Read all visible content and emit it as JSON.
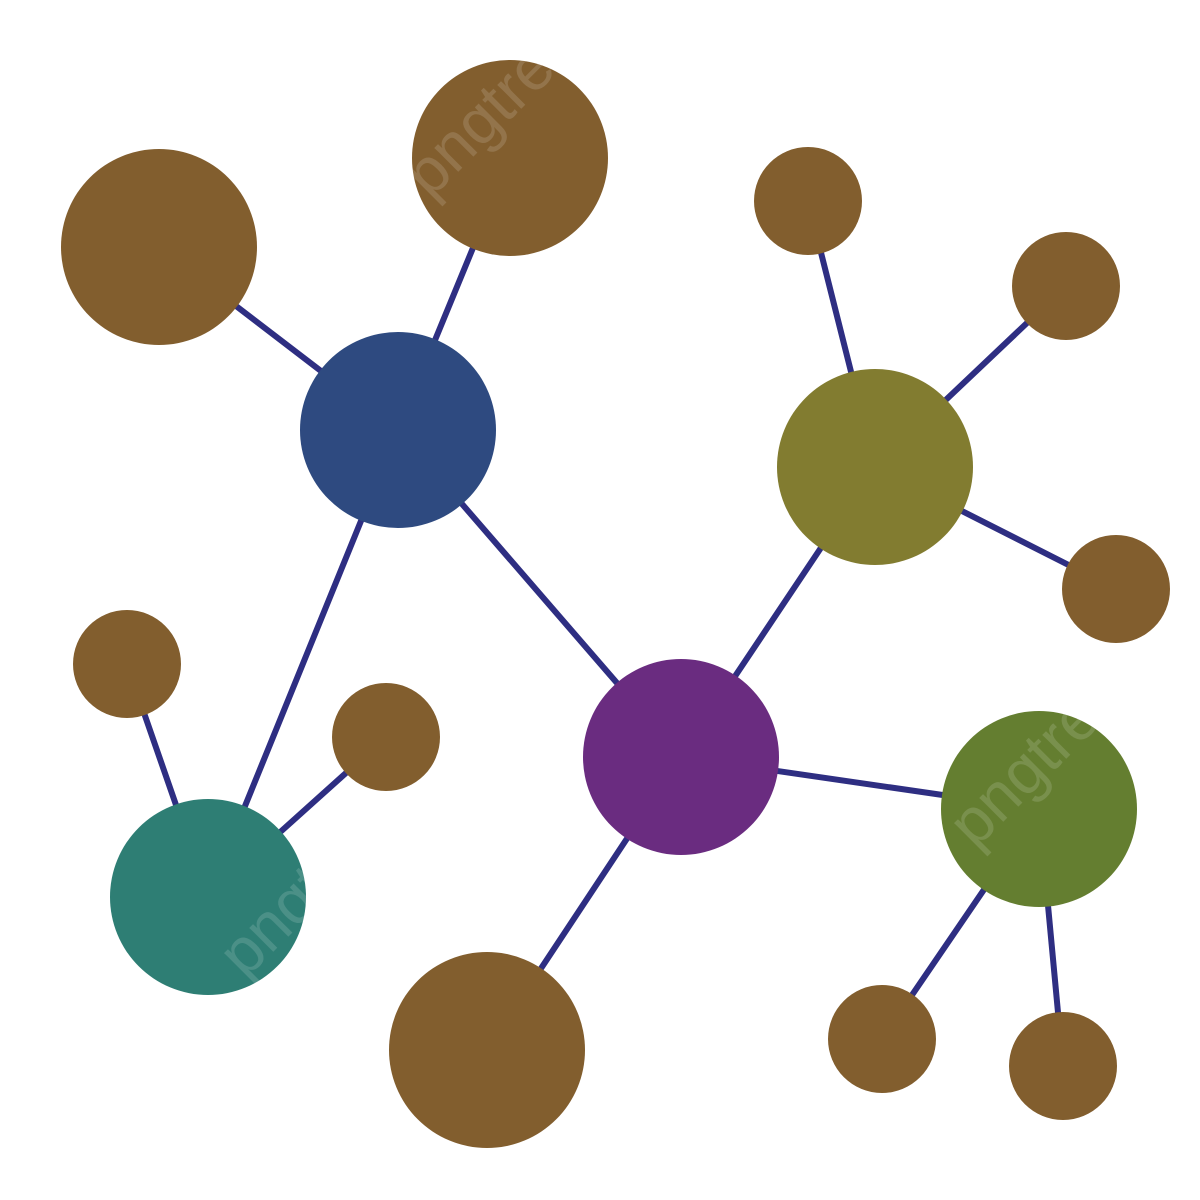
{
  "diagram": {
    "type": "network",
    "colors": {
      "background": "#ffffff",
      "edge": "#2e2e82",
      "hub_blue": "#2e4a80",
      "hub_olive": "#827c30",
      "hub_purple": "#6a2c80",
      "hub_green": "#647e30",
      "hub_teal": "#2e7e74",
      "leaf_brown": "#825e2e"
    },
    "nodes": [
      {
        "id": "hub-blue",
        "role": "hub",
        "color": "hub_blue"
      },
      {
        "id": "hub-olive",
        "role": "hub",
        "color": "hub_olive"
      },
      {
        "id": "hub-purple",
        "role": "hub",
        "color": "hub_purple"
      },
      {
        "id": "hub-green",
        "role": "hub",
        "color": "hub_green"
      },
      {
        "id": "hub-teal",
        "role": "hub",
        "color": "hub_teal"
      },
      {
        "id": "leaf-top-left",
        "role": "leaf",
        "color": "leaf_brown"
      },
      {
        "id": "leaf-top",
        "role": "leaf",
        "color": "leaf_brown"
      },
      {
        "id": "leaf-olive-top",
        "role": "leaf",
        "color": "leaf_brown"
      },
      {
        "id": "leaf-olive-right",
        "role": "leaf",
        "color": "leaf_brown"
      },
      {
        "id": "leaf-olive-lower",
        "role": "leaf",
        "color": "leaf_brown"
      },
      {
        "id": "leaf-teal-left",
        "role": "leaf",
        "color": "leaf_brown"
      },
      {
        "id": "leaf-teal-right",
        "role": "leaf",
        "color": "leaf_brown"
      },
      {
        "id": "leaf-bottom",
        "role": "leaf",
        "color": "leaf_brown"
      },
      {
        "id": "leaf-green-left",
        "role": "leaf",
        "color": "leaf_brown"
      },
      {
        "id": "leaf-green-right",
        "role": "leaf",
        "color": "leaf_brown"
      }
    ],
    "edges": [
      [
        "hub-blue",
        "leaf-top-left"
      ],
      [
        "hub-blue",
        "leaf-top"
      ],
      [
        "hub-blue",
        "hub-purple"
      ],
      [
        "hub-blue",
        "hub-teal"
      ],
      [
        "hub-teal",
        "leaf-teal-left"
      ],
      [
        "hub-teal",
        "leaf-teal-right"
      ],
      [
        "hub-purple",
        "hub-olive"
      ],
      [
        "hub-purple",
        "hub-green"
      ],
      [
        "hub-purple",
        "leaf-bottom"
      ],
      [
        "hub-olive",
        "leaf-olive-top"
      ],
      [
        "hub-olive",
        "leaf-olive-right"
      ],
      [
        "hub-olive",
        "leaf-olive-lower"
      ],
      [
        "hub-green",
        "leaf-green-left"
      ],
      [
        "hub-green",
        "leaf-green-right"
      ]
    ]
  },
  "watermark": {
    "text": "pngtree"
  }
}
